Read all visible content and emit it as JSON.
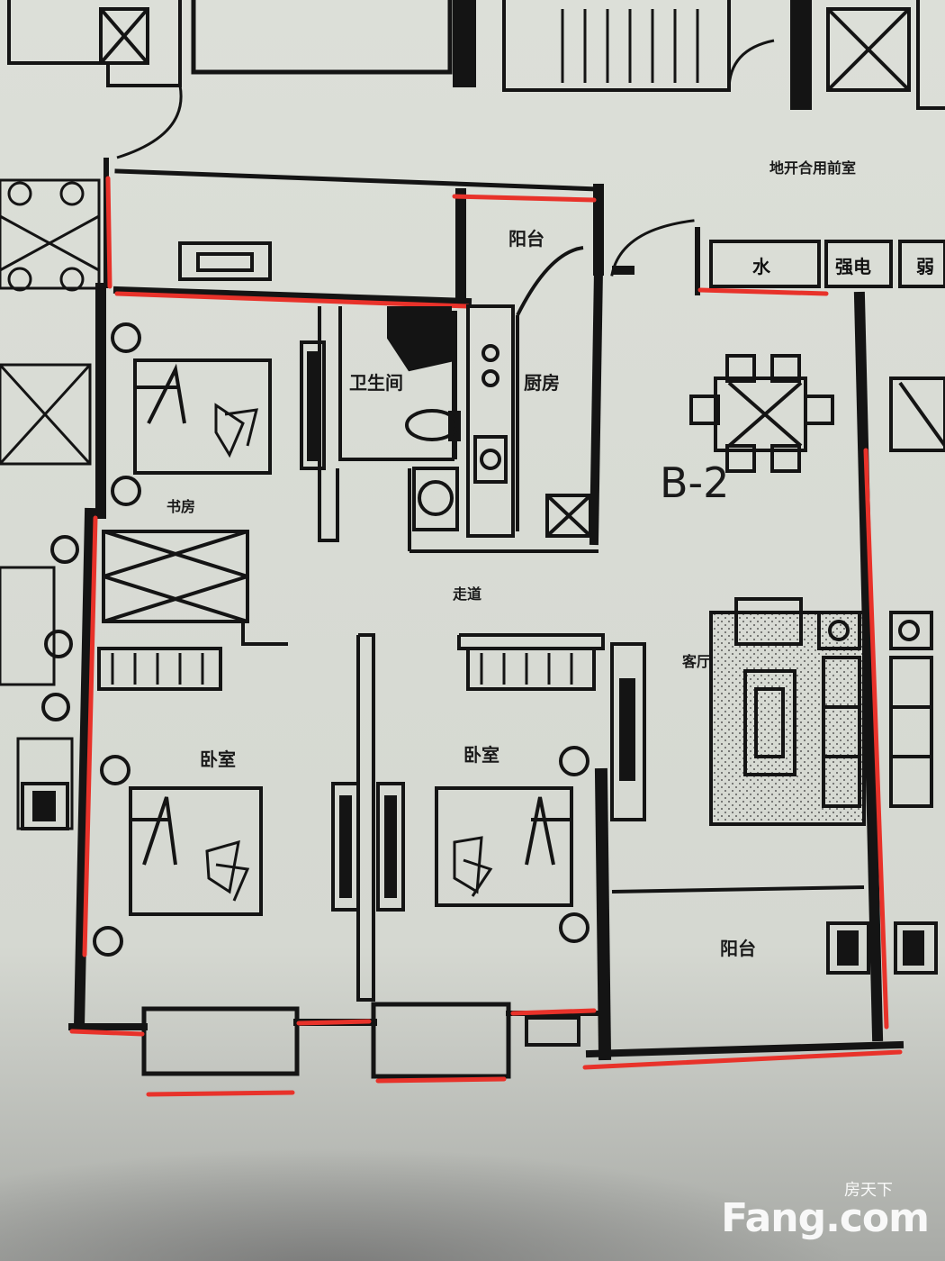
{
  "plan": {
    "unit_code": "B-2",
    "rooms": {
      "top_label": "地开合用前室",
      "balcony_top": "阳台",
      "bathroom": "卫生间",
      "kitchen": "厨房",
      "study": "书房",
      "corridor": "走道",
      "living": "客厅",
      "bedroom_left": "卧室",
      "bedroom_mid": "卧室",
      "balcony_bottom": "阳台"
    },
    "utilities": {
      "water": "水",
      "power": "强电",
      "third": "弱"
    }
  },
  "watermark": {
    "cn": "房天下",
    "en": "Fang.com"
  },
  "colors": {
    "paper": "#e4e6df",
    "wall": "#141414",
    "red_marker": "#e8322a",
    "shadow": "#8f8f8f"
  }
}
